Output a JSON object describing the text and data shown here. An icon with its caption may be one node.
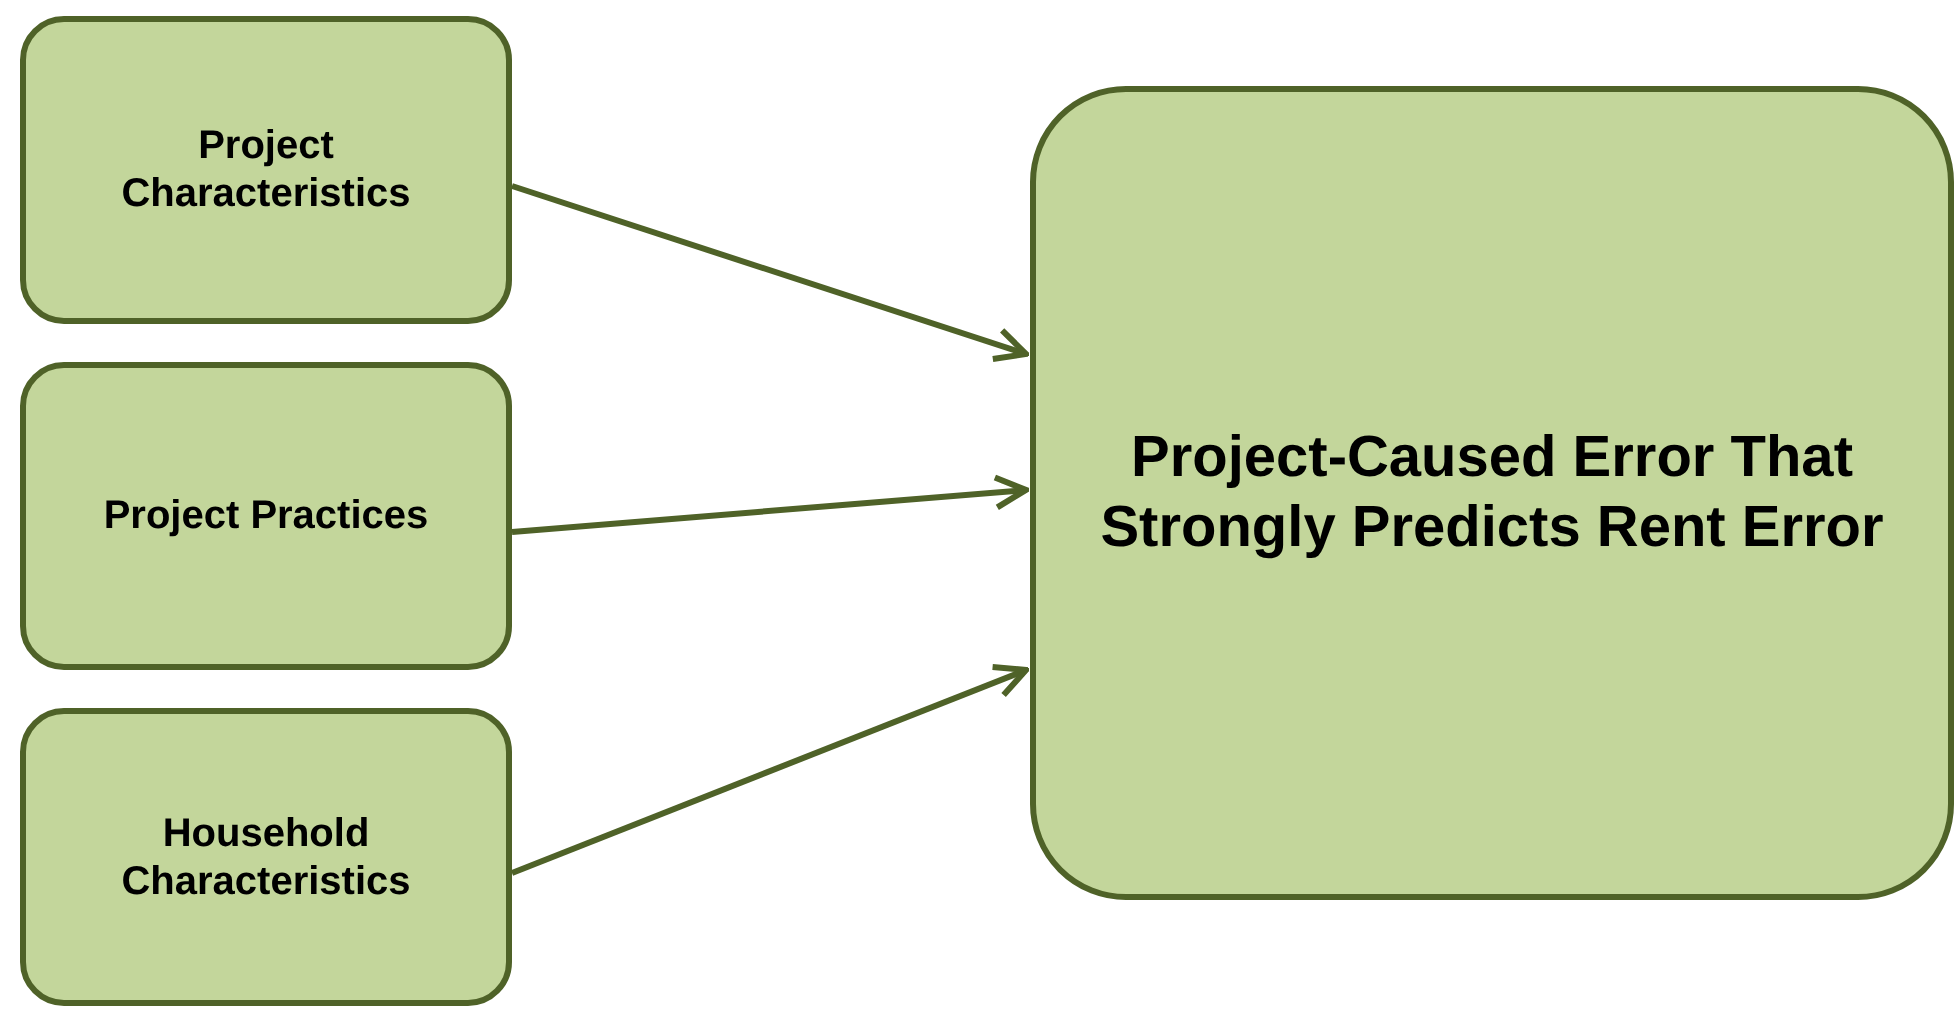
{
  "diagram": {
    "nodes": [
      {
        "text": [
          "Project Characteristics"
        ]
      },
      {
        "text": [
          "Project Practices"
        ]
      },
      {
        "text": [
          "Household Characteristics"
        ]
      },
      {
        "text": [
          "Project-Caused Error That Strongly Predicts Rent Error"
        ]
      }
    ],
    "edges": [
      {
        "from": 0,
        "to": 3,
        "arrow": "to"
      },
      {
        "from": 1,
        "to": 3,
        "arrow": "to"
      },
      {
        "from": 2,
        "to": 3,
        "arrow": "to"
      }
    ]
  }
}
